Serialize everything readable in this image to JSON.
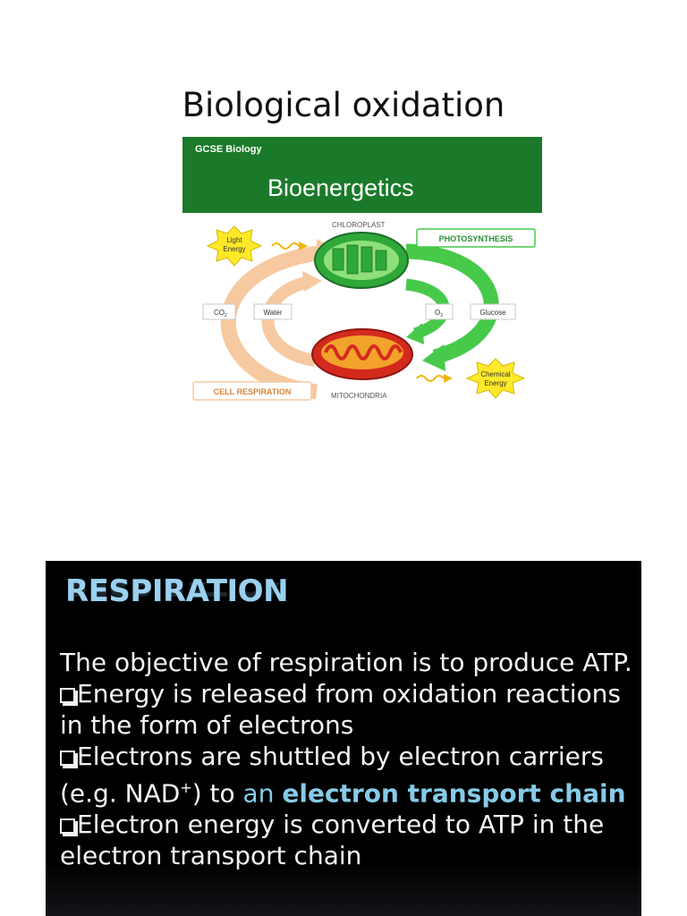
{
  "slide1": {
    "title": "Biological oxidation",
    "diagram": {
      "header_small": "GCSE Biology",
      "header_big": "Bioenergetics",
      "chloroplast": "CHLOROPLAST",
      "photosynthesis": "PHOTOSYNTHESIS",
      "light_energy_1": "Light",
      "light_energy_2": "Energy",
      "co2": "CO",
      "co2_sub": "2",
      "water": "Water",
      "o2": "O",
      "o2_sub": "2",
      "glucose": "Glucose",
      "chemical_energy_1": "Chemical",
      "chemical_energy_2": "Energy",
      "cell_respiration": "CELL RESPIRATION",
      "mitochondria": "MITOCHONDRIA",
      "colors": {
        "header_green": "#1b7a2a",
        "orange_arrow": "#f7c9a0",
        "green_arrow": "#47c94a",
        "chloroplast": "#2fa83a",
        "mitochondria": "#d42a1e",
        "star": "#ffe928"
      }
    }
  },
  "slide2": {
    "heading": "RESPIRATION",
    "line1": "The objective of respiration is to produce ATP.",
    "bullet1": "Energy is released from oxidation reactions in the form of electrons",
    "bullet2_pre": "Electrons are shuttled by electron carriers (e.g. NAD",
    "bullet2_sup": "+",
    "bullet2_mid": ") to ",
    "bullet2_hl1": "an ",
    "bullet2_hl2": "electron transport chain",
    "bullet3": "Electron energy is converted to ATP in the electron transport chain",
    "colors": {
      "background": "#000000",
      "text": "#f4f4f4",
      "highlight": "#86cbe8"
    }
  }
}
